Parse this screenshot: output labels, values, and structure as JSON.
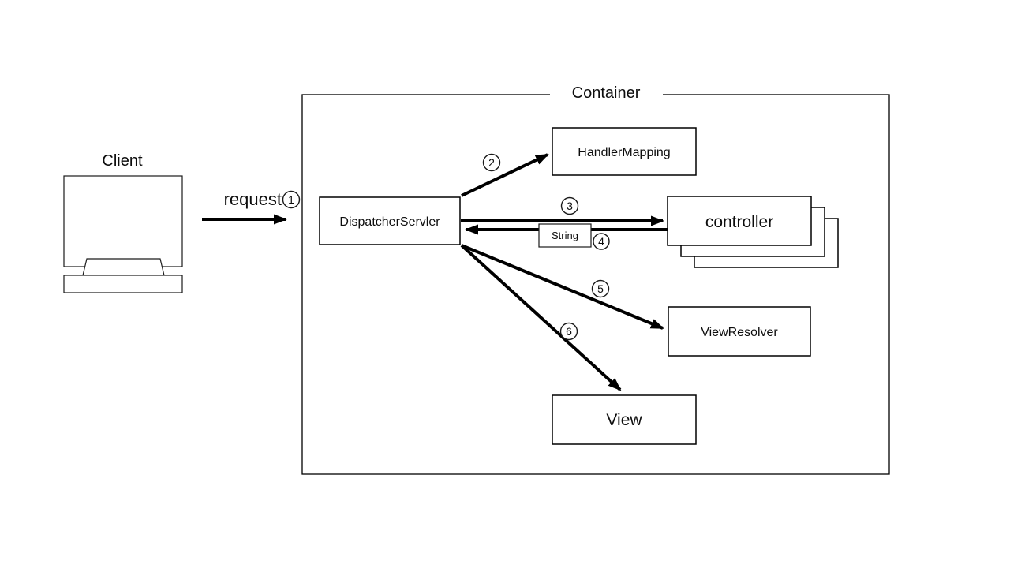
{
  "colors": {
    "background": "#ffffff",
    "line": "#000000",
    "text": "#0d0d0d"
  },
  "labels": {
    "container": "Container",
    "client": "Client",
    "request": "request"
  },
  "nodes": {
    "dispatcher_servlet": "DispatcherServler",
    "handler_mapping": "HandlerMapping",
    "controller": "controller",
    "view_resolver": "ViewResolver",
    "view": "View",
    "string": "String"
  },
  "step_numbers": {
    "s1": "1",
    "s2": "2",
    "s3": "3",
    "s4": "4",
    "s5": "5",
    "s6": "6"
  }
}
